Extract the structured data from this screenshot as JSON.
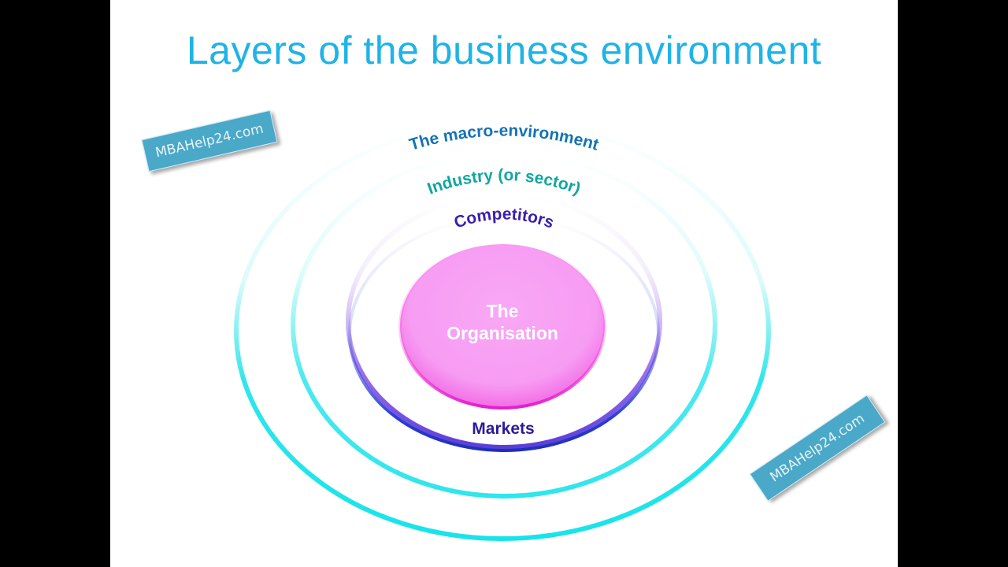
{
  "slide": {
    "title": "Layers of the business environment"
  },
  "diagram": {
    "layers": [
      {
        "label": "The macro-environment",
        "color": "#1573b5",
        "ring_color": "#19e3ea"
      },
      {
        "label": "Industry (or sector)",
        "color": "#10a6a0",
        "ring_color": "#2ee6ec"
      },
      {
        "label": "Competitors",
        "color": "#3a1fb0",
        "ring_color": "#8f5ee8"
      },
      {
        "label": "Markets",
        "color": "#2a1b9a",
        "ring_color": "#2b3fd8"
      }
    ],
    "center": {
      "line1": "The",
      "line2": "Organisation",
      "fill_color": "#f79cf3",
      "edge_color": "#f040d8"
    }
  },
  "watermarks": [
    {
      "text": "MBAHelp24.com"
    },
    {
      "text": "MBAHelp24.com"
    }
  ],
  "colors": {
    "title": "#1fb3e6",
    "watermark_bg": "#4aa8c8",
    "frame": "#000000"
  }
}
